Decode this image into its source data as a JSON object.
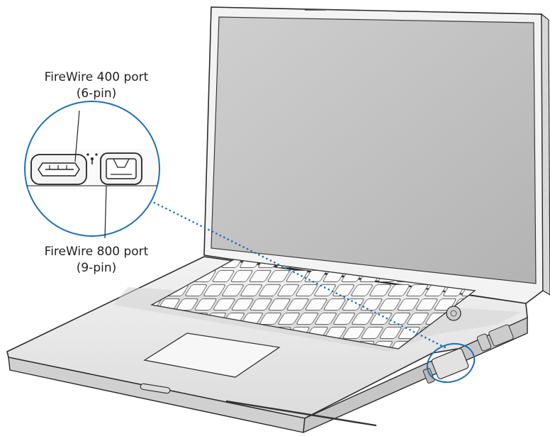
{
  "callouts": {
    "fw400": {
      "name": "FireWire 400 port",
      "pins": "(6-pin)"
    },
    "fw800": {
      "name": "FireWire 800 port",
      "pins": "(9-pin)"
    }
  },
  "icons": [
    "firewire-symbol-icon",
    "firewire-400-port-icon",
    "firewire-800-port-icon"
  ],
  "colors": {
    "leader_line": "#1f6fb5",
    "outline": "#2b2b2b",
    "body": "#e6e6e6",
    "screen": "#bfbfbf"
  }
}
